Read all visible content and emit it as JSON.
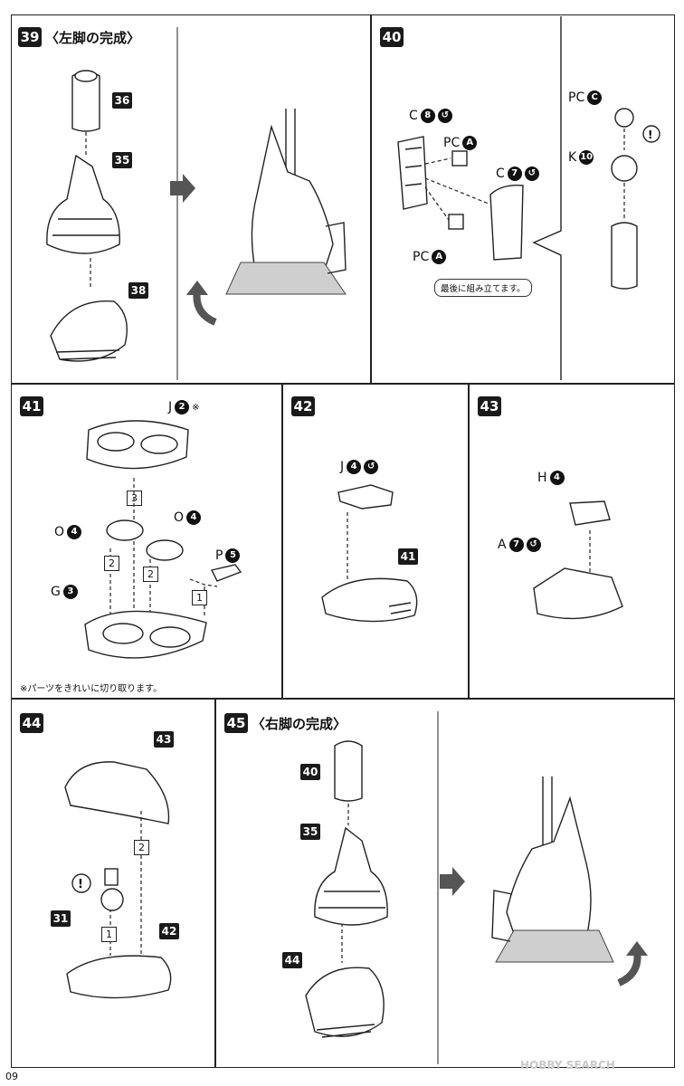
{
  "steps": {
    "s39": {
      "num": "39",
      "title": "〈左脚の完成〉",
      "tags": {
        "t36": "36",
        "t35": "35",
        "t38": "38"
      }
    },
    "s40": {
      "num": "40",
      "labels": {
        "c8": "C",
        "c8n": "8",
        "pca1": "PC",
        "pca1n": "A",
        "c7": "C",
        "c7n": "7",
        "pca2": "PC",
        "pca2n": "A",
        "pcc": "PC",
        "pccn": "C",
        "k10": "K",
        "k10n": "10"
      },
      "callout": "最後に組み立てます。"
    },
    "s41": {
      "num": "41",
      "labels": {
        "j2": "J",
        "j2n": "2",
        "mark": "※",
        "o4a": "O",
        "o4an": "4",
        "o4b": "O",
        "o4bn": "4",
        "p5": "P",
        "p5n": "5",
        "g3": "G",
        "g3n": "3"
      },
      "seq": {
        "a": "3",
        "b": "2",
        "c": "2",
        "d": "1"
      },
      "note": "※パーツをきれいに切り取ります。"
    },
    "s42": {
      "num": "42",
      "labels": {
        "j4": "J",
        "j4n": "4"
      },
      "tags": {
        "t41": "41"
      }
    },
    "s43": {
      "num": "43",
      "labels": {
        "h4": "H",
        "h4n": "4",
        "a7": "A",
        "a7n": "7"
      }
    },
    "s44": {
      "num": "44",
      "tags": {
        "t43": "43",
        "t31": "31",
        "t42": "42"
      },
      "seq": {
        "a": "2",
        "b": "1"
      }
    },
    "s45": {
      "num": "45",
      "title": "〈右脚の完成〉",
      "tags": {
        "t40": "40",
        "t35": "35",
        "t44": "44"
      }
    }
  },
  "footer": {
    "page": "09",
    "watermark": "HOBBY SEARCH"
  }
}
